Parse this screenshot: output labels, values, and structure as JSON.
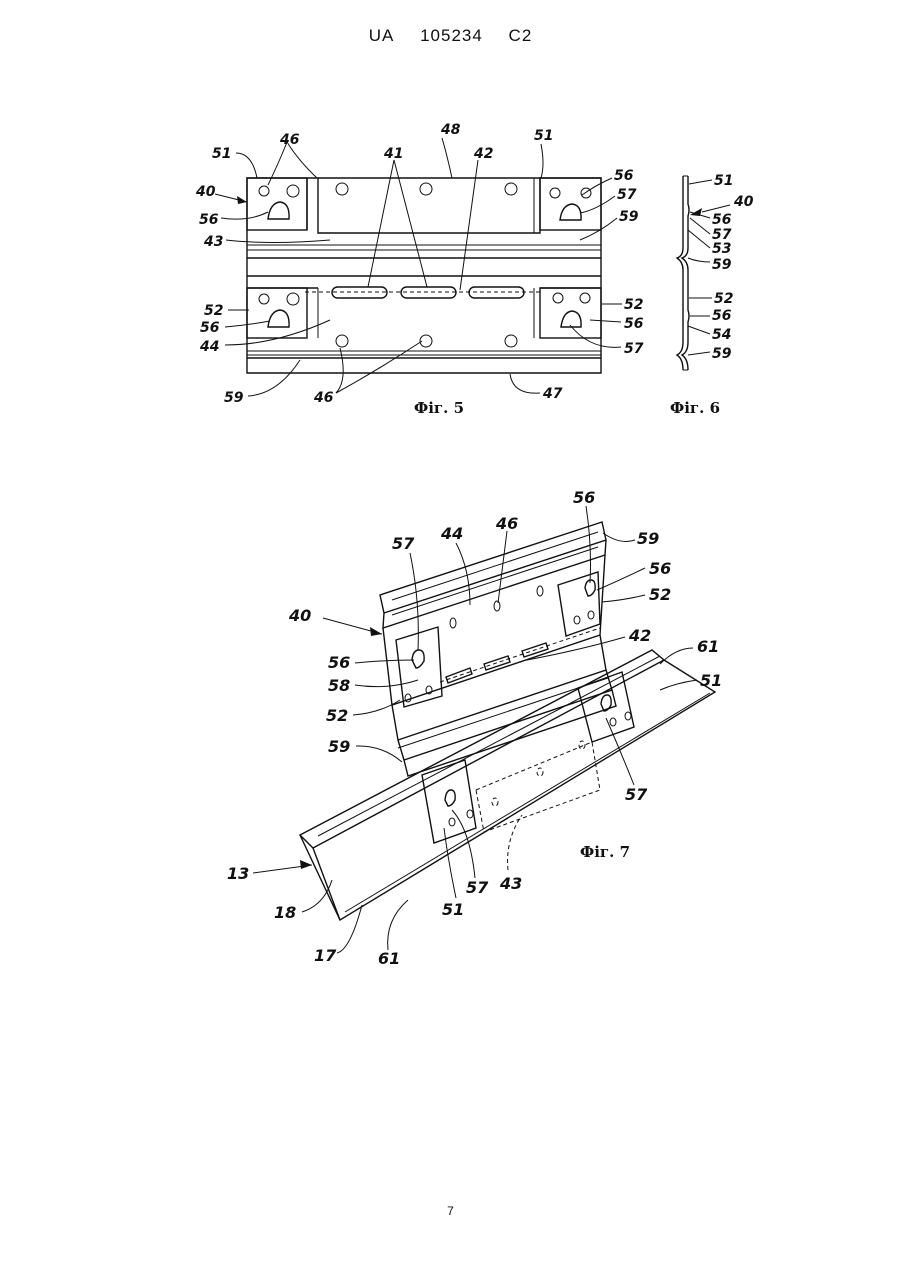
{
  "header": {
    "country": "UA",
    "number": "105234",
    "kind": "C2"
  },
  "page_number": "7",
  "figures": {
    "fig5": {
      "caption": "Фіг. 5",
      "labels": {
        "l51a": "51",
        "l46a": "46",
        "l48": "48",
        "l41": "41",
        "l42": "42",
        "l51b": "51",
        "l40": "40",
        "l56a": "56",
        "l43": "43",
        "l56b": "56",
        "l57a": "57",
        "l59a": "59",
        "l52a": "52",
        "l56c": "56",
        "l44": "44",
        "l52b": "52",
        "l56d": "56",
        "l57b": "57",
        "l59b": "59",
        "l46b": "46",
        "l47": "47"
      }
    },
    "fig6": {
      "caption": "Фіг. 6",
      "labels": {
        "l51": "51",
        "l40": "40",
        "l56a": "56",
        "l57": "57",
        "l53": "53",
        "l59a": "59",
        "l52": "52",
        "l56b": "56",
        "l54": "54",
        "l59b": "59"
      }
    },
    "fig7": {
      "caption": "Фіг. 7",
      "labels": {
        "l57a": "57",
        "l44": "44",
        "l46": "46",
        "l56a": "56",
        "l59a": "59",
        "l56b": "56",
        "l52a": "52",
        "l40": "40",
        "l42": "42",
        "l61a": "61",
        "l56c": "56",
        "l58": "58",
        "l51a": "51",
        "l52b": "52",
        "l59b": "59",
        "l57b": "57",
        "l13": "13",
        "l18": "18",
        "l57c": "57",
        "l43": "43",
        "l51b": "51",
        "l17": "17",
        "l61b": "61"
      }
    }
  }
}
